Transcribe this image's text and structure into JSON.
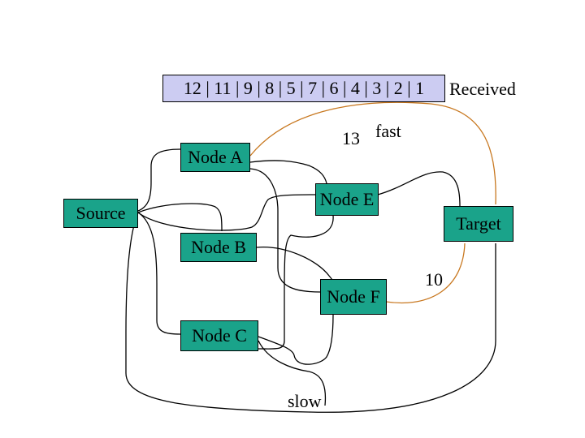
{
  "colors": {
    "node_fill": "#1aa38a",
    "sequence_fill": "#ccccf2",
    "wire": "#000000",
    "highlight_wire": "#c87820"
  },
  "sequence": {
    "packets": "12 | 11 | 9 | 8 | 5 | 7 | 6 | 4 | 3 | 2 | 1",
    "received_label": "Received"
  },
  "nodes": {
    "source": "Source",
    "target": "Target",
    "a": "Node A",
    "b": "Node B",
    "c": "Node C",
    "e": "Node E",
    "f": "Node F"
  },
  "annotations": {
    "fast_packet": "13",
    "fast": "fast",
    "orange_packet": "10",
    "slow": "slow"
  }
}
